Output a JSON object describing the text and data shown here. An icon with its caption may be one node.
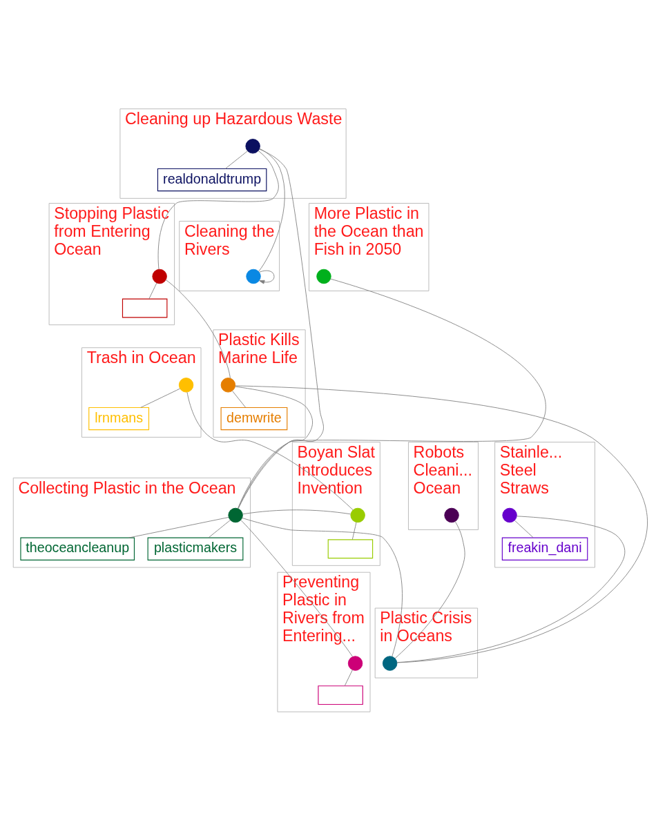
{
  "diagram": {
    "nodes": [
      {
        "text": [
          "Cleaning up Hazardous Waste"
        ]
      },
      {
        "text": [
          "realdonaldtrump"
        ],
        "in": 0
      },
      {
        "text": [],
        "shape": "circle",
        "in": 0
      },
      {
        "text": [
          "Cleaning the Rivers"
        ]
      },
      {
        "text": [],
        "shape": "circle",
        "in": 3
      },
      {
        "text": [
          "More Plastic in the Ocean than Fish in 2050"
        ]
      },
      {
        "text": [],
        "shape": "circle",
        "in": 5
      },
      {
        "text": [
          "Stopping Plastic from Entering Ocean"
        ]
      },
      {
        "text": [],
        "shape": "box",
        "in": 7
      },
      {
        "text": [],
        "shape": "circle",
        "in": 7
      },
      {
        "text": [
          "Plastic Kills Marine Life"
        ]
      },
      {
        "text": [
          "demwrite"
        ],
        "in": 10
      },
      {
        "text": [],
        "shape": "circle",
        "in": 10
      },
      {
        "text": [
          "Trash in Ocean"
        ]
      },
      {
        "text": [
          "lrnmans"
        ],
        "in": 13
      },
      {
        "text": [],
        "shape": "circle",
        "in": 13
      },
      {
        "text": [
          "Collecting Plastic in the Ocean"
        ]
      },
      {
        "text": [
          "theoceancleanup"
        ],
        "in": 16
      },
      {
        "text": [
          "plasticmakers"
        ],
        "in": 16
      },
      {
        "text": [],
        "shape": "circle",
        "in": 16
      },
      {
        "text": [
          "Boyan Slat Introduces Invention"
        ]
      },
      {
        "text": [],
        "shape": "box",
        "in": 20
      },
      {
        "text": [],
        "shape": "circle",
        "in": 20
      },
      {
        "text": [
          "Robots Cleani... Ocean"
        ]
      },
      {
        "text": [],
        "shape": "circle",
        "in": 23
      },
      {
        "text": [
          "Stainle... Steel Straws"
        ]
      },
      {
        "text": [
          "freakin_dani"
        ],
        "in": 25
      },
      {
        "text": [],
        "shape": "circle",
        "in": 25
      },
      {
        "text": [
          "Preventing Plastic in Rivers from Entering..."
        ]
      },
      {
        "text": [],
        "shape": "box",
        "in": 28
      },
      {
        "text": [],
        "shape": "circle",
        "in": 28
      },
      {
        "text": [
          "Plastic Crisis in Oceans"
        ]
      },
      {
        "text": [],
        "shape": "circle",
        "in": 31
      }
    ],
    "edges": [
      {
        "from": 2,
        "to": 1,
        "arrow": "none"
      },
      {
        "from": 4,
        "to": 4,
        "arrow": "to"
      },
      {
        "from": 9,
        "to": 8,
        "arrow": "none"
      },
      {
        "from": 12,
        "to": 11,
        "arrow": "none"
      },
      {
        "from": 15,
        "to": 14,
        "arrow": "none"
      },
      {
        "from": 19,
        "to": 17,
        "arrow": "none"
      },
      {
        "from": 19,
        "to": 18,
        "arrow": "none"
      },
      {
        "from": 22,
        "to": 21,
        "arrow": "none"
      },
      {
        "from": 27,
        "to": 26,
        "arrow": "none"
      },
      {
        "from": 30,
        "to": 29,
        "arrow": "none"
      },
      {
        "from": 2,
        "to": 4,
        "arrow": "none"
      },
      {
        "from": 2,
        "to": 19,
        "arrow": "none"
      },
      {
        "from": 2,
        "to": 9,
        "arrow": "none"
      },
      {
        "from": 19,
        "to": 6,
        "arrow": "none"
      },
      {
        "from": 19,
        "to": 12,
        "arrow": "none"
      },
      {
        "from": 19,
        "to": 22,
        "arrow": "none"
      },
      {
        "from": 19,
        "to": 30,
        "arrow": "none"
      },
      {
        "from": 19,
        "to": 32,
        "arrow": "none"
      },
      {
        "from": 9,
        "to": 12,
        "arrow": "none"
      },
      {
        "from": 12,
        "to": 32,
        "arrow": "none"
      },
      {
        "from": 15,
        "to": 22,
        "arrow": "none"
      },
      {
        "from": 24,
        "to": 32,
        "arrow": "none"
      },
      {
        "from": 27,
        "to": 32,
        "arrow": "none"
      }
    ]
  }
}
